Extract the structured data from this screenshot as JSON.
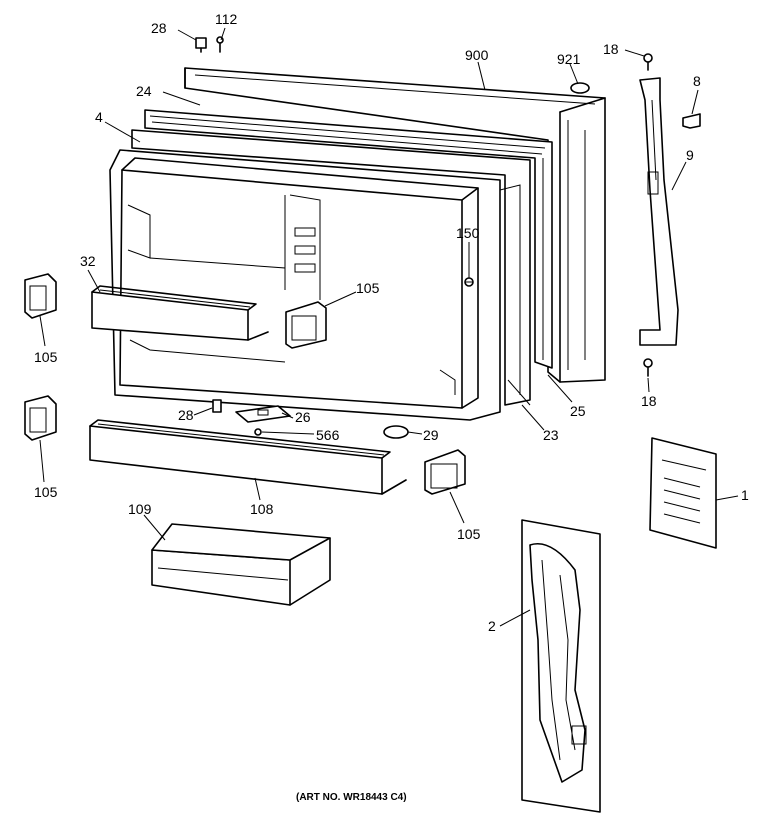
{
  "labels": {
    "l28a": "28",
    "l112": "112",
    "l900": "900",
    "l921": "921",
    "l18a": "18",
    "l8": "8",
    "l24": "24",
    "l4": "4",
    "l9": "9",
    "l150": "150",
    "l32": "32",
    "l105a": "105",
    "l105b": "105",
    "l105c": "105",
    "l105d": "105",
    "l18b": "18",
    "l25": "25",
    "l28b": "28",
    "l26": "26",
    "l566": "566",
    "l29": "29",
    "l23": "23",
    "l108": "108",
    "l109": "109",
    "l1": "1",
    "l2": "2"
  },
  "art_number": "(ART NO. WR18443 C4)"
}
